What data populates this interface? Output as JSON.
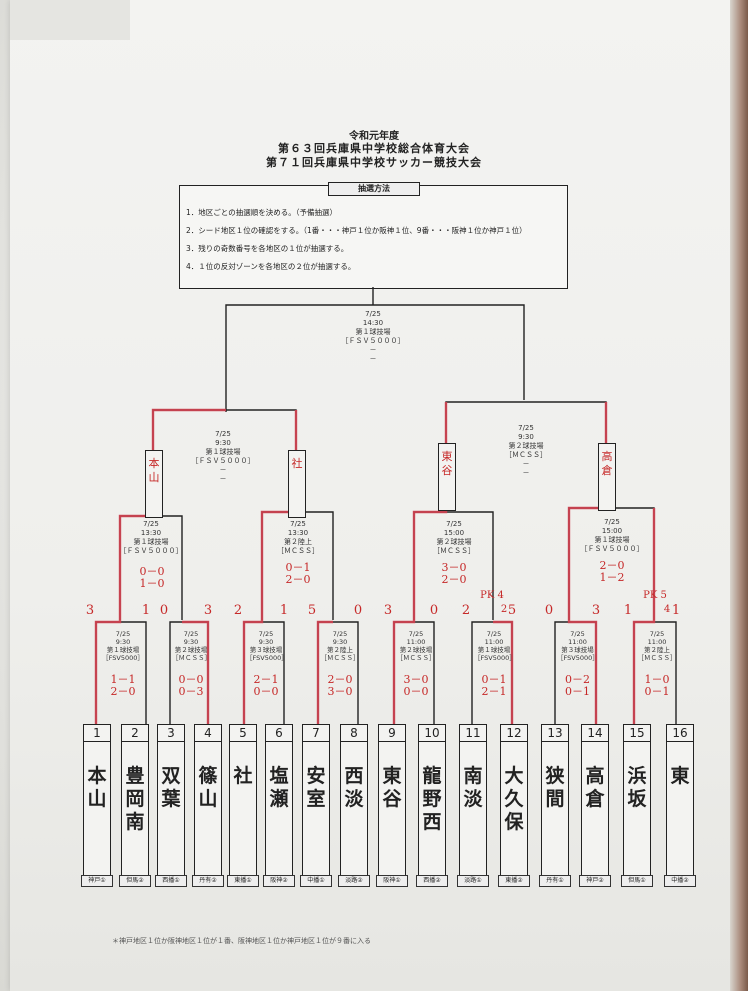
{
  "title": {
    "line0": "令和元年度",
    "line1": "第６３回兵庫県中学校総合体育大会",
    "line2": "第７１回兵庫県中学校サッカー競技大会"
  },
  "rules": {
    "heading": "抽選方法",
    "items": [
      "1．地区ごとの抽選順を決める。（予備抽選）",
      "2．シード地区１位の確認をする。（1番・・・神戸１位か阪神１位、9番・・・阪神１位か神戸１位）",
      "3．残りの奇数番号を各地区の１位が抽選する。",
      "4．１位の反対ゾーンを各地区の２位が抽選する。"
    ]
  },
  "final": {
    "date": "7/25",
    "time": "14:30",
    "venue": "第１球技場",
    "ground": "［ＦＳＶ５０００］",
    "dash1": "－",
    "dash2": "－"
  },
  "semis": [
    {
      "date": "7/25",
      "time": "9:30",
      "venue": "第１球技場",
      "ground": "［ＦＳＶ５０００］",
      "dash1": "－",
      "dash2": "－"
    },
    {
      "date": "7/25",
      "time": "9:30",
      "venue": "第２球技場",
      "ground": "［ＭＣＳＳ］",
      "dash1": "－",
      "dash2": "－"
    }
  ],
  "finalists": [
    "本山",
    "社",
    "東谷",
    "高倉"
  ],
  "quarters": [
    {
      "date": "7/25",
      "time": "13:30",
      "venue": "第１球技場",
      "ground": "［ＦＳＶ５０００］",
      "s1": "0－0",
      "s2": "1－0"
    },
    {
      "date": "7/25",
      "time": "13:30",
      "venue": "第２陸上",
      "ground": "［ＭＣＳＳ］",
      "s1": "0－1",
      "s2": "2－0"
    },
    {
      "date": "7/25",
      "time": "15:00",
      "venue": "第２球技場",
      "ground": "［ＭＣＳＳ］",
      "s1": "3－0",
      "s2": "2－0"
    },
    {
      "date": "7/25",
      "time": "15:00",
      "venue": "第１球技場",
      "ground": "［ＦＳＶ５０００］",
      "s1": "2－0",
      "s2": "1－2"
    }
  ],
  "round1": [
    {
      "date": "7/25",
      "time": "9:30",
      "venue": "第１球技場",
      "ground": "［FSV5000］",
      "s1": "1－1",
      "s2": "2－0",
      "left": "3",
      "right": "1"
    },
    {
      "date": "7/25",
      "time": "9:30",
      "venue": "第２球技場",
      "ground": "［ＭＣＳＳ］",
      "s1": "0－0",
      "s2": "0－3",
      "left": "0",
      "right": "3"
    },
    {
      "date": "7/25",
      "time": "9:30",
      "venue": "第３球技場",
      "ground": "［FSV5000］",
      "s1": "2－1",
      "s2": "0－0",
      "left": "2",
      "right": "1"
    },
    {
      "date": "7/25",
      "time": "9:30",
      "venue": "第２陸上",
      "ground": "［ＭＣＳＳ］",
      "s1": "2－0",
      "s2": "3－0",
      "left": "5",
      "right": "0"
    },
    {
      "date": "7/25",
      "time": "11:00",
      "venue": "第２球技場",
      "ground": "［ＭＣＳＳ］",
      "s1": "3－0",
      "s2": "0－0",
      "left": "3",
      "right": "0"
    },
    {
      "date": "7/25",
      "time": "11:00",
      "venue": "第１球技場",
      "ground": "［FSV5000］",
      "s1": "0－1",
      "s2": "2－1",
      "left": "2",
      "right": "5",
      "pk": "PK 4",
      "pkr": "2"
    },
    {
      "date": "7/25",
      "time": "11:00",
      "venue": "第３球技場",
      "ground": "［FSV5000］",
      "s1": "0－2",
      "s2": "0－1",
      "left": "0",
      "right": "3"
    },
    {
      "date": "7/25",
      "time": "11:00",
      "venue": "第２陸上",
      "ground": "［ＭＣＳＳ］",
      "s1": "1－0",
      "s2": "0－1",
      "left": "1",
      "right": "1",
      "pk": "PK 5",
      "pkr": "4"
    }
  ],
  "teams": [
    {
      "num": "1",
      "name": "本山",
      "region": "神戸①"
    },
    {
      "num": "2",
      "name": "豊岡南",
      "region": "但馬②"
    },
    {
      "num": "3",
      "name": "双葉",
      "region": "西播①"
    },
    {
      "num": "4",
      "name": "篠山",
      "region": "丹有②"
    },
    {
      "num": "5",
      "name": "社",
      "region": "東播①"
    },
    {
      "num": "6",
      "name": "塩瀬",
      "region": "阪神②"
    },
    {
      "num": "7",
      "name": "安室",
      "region": "中播①"
    },
    {
      "num": "8",
      "name": "西淡",
      "region": "淡路②"
    },
    {
      "num": "9",
      "name": "東谷",
      "region": "阪神①"
    },
    {
      "num": "10",
      "name": "龍野西",
      "region": "西播②"
    },
    {
      "num": "11",
      "name": "南淡",
      "region": "淡路①"
    },
    {
      "num": "12",
      "name": "大久保",
      "region": "東播②"
    },
    {
      "num": "13",
      "name": "狭間",
      "region": "丹有①"
    },
    {
      "num": "14",
      "name": "高倉",
      "region": "神戸②"
    },
    {
      "num": "15",
      "name": "浜坂",
      "region": "但馬①"
    },
    {
      "num": "16",
      "name": "東",
      "region": "中播②"
    }
  ],
  "footnote": "＊神戸地区１位か阪神地区１位が１番、阪神地区１位か神戸地区１位が９番に入る"
}
